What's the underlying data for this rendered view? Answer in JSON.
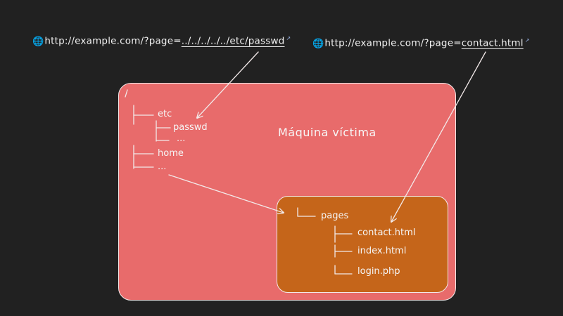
{
  "urls": [
    {
      "globe": "🌐",
      "base": "http://example.com/?page=",
      "param": "../../../../../etc/passwd",
      "ext": "↗"
    },
    {
      "globe": "🌐",
      "base": "http://example.com/?page=",
      "param": "contact.html",
      "ext": "↗"
    }
  ],
  "victim": {
    "title": "Máquina víctima"
  },
  "root_tree": {
    "etc": "etc",
    "passwd": "passwd",
    "etc_more": "...",
    "home": "home",
    "root_more": "..."
  },
  "pages_tree": {
    "folder": "pages",
    "files": [
      "contact.html",
      "index.html",
      "login.php"
    ]
  },
  "colors": {
    "background": "#212121",
    "victim_fill": "#e86b6b",
    "server_fill": "#c5651a",
    "stroke": "#f2e9e9"
  }
}
